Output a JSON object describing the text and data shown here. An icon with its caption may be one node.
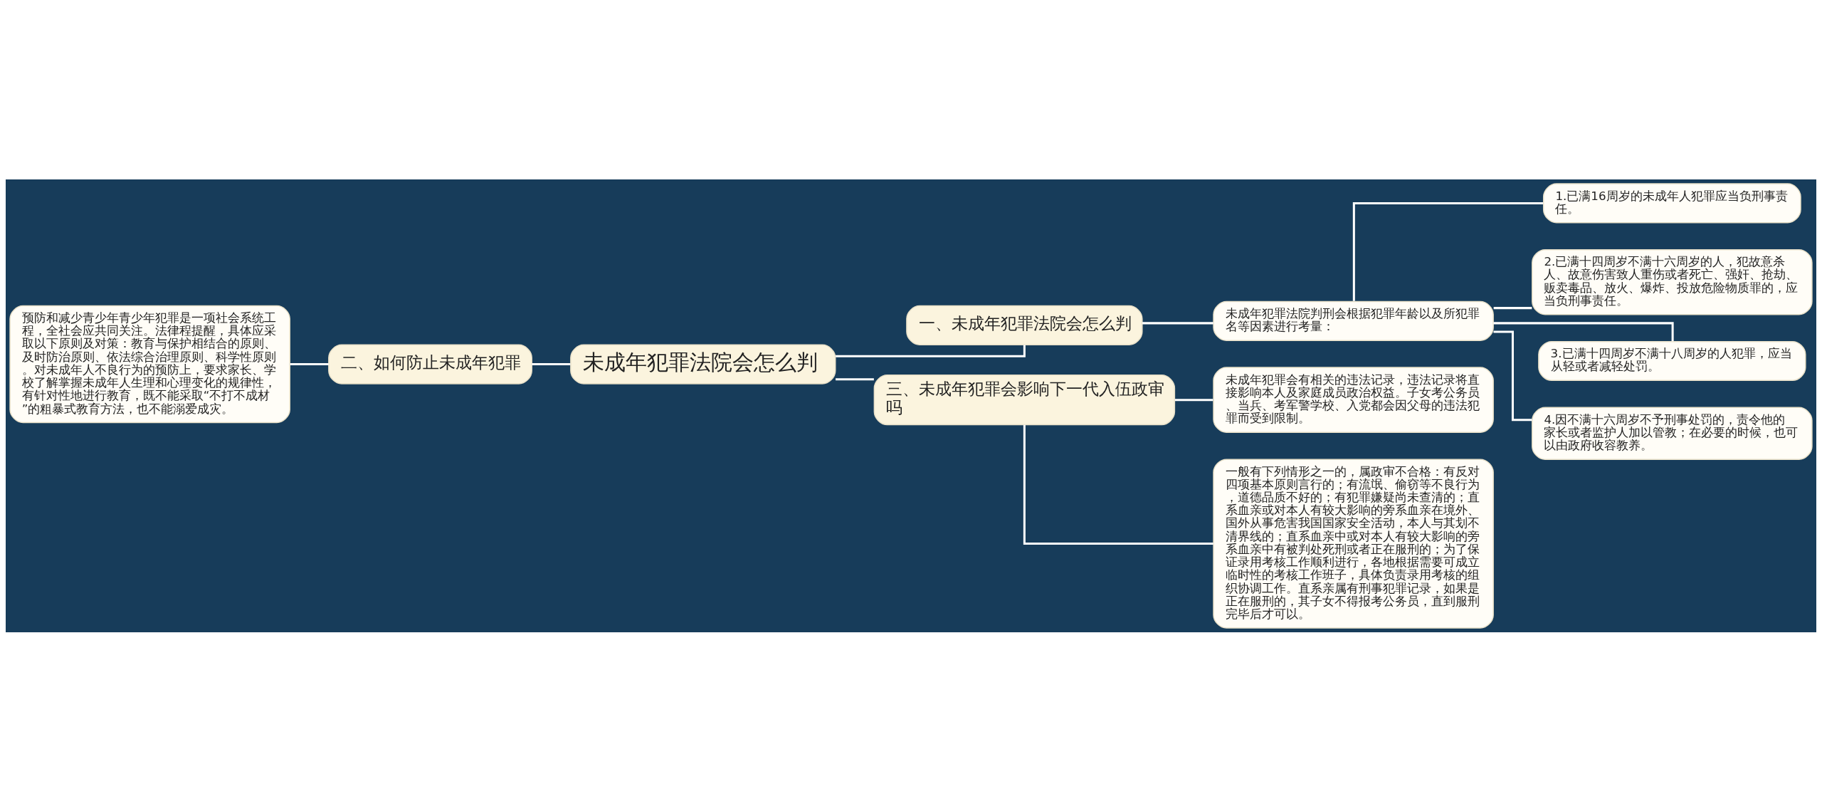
{
  "diagram": {
    "nodes": [
      {
        "text": [
          "未成年犯罪法院会怎么判"
        ]
      },
      {
        "text": [
          "一、未成年犯罪法院会怎么判"
        ]
      },
      {
        "text": [
          "未成年犯罪法院判刑会根据犯罪年龄以及所犯罪名等因素进行考量："
        ]
      },
      {
        "text": [
          "1.已满16周岁的未成年人犯罪应当负刑事责任。"
        ]
      },
      {
        "text": [
          "2.已满十四周岁不满十六周岁的人，犯故意杀人、故意伤害致人重伤或者死亡、强奸、抢劫、贩卖毒品、放火、爆炸、投放危险物质罪的，应当负刑事责任。"
        ]
      },
      {
        "text": [
          "3.已满十四周岁不满十八周岁的人犯罪，应当从轻或者减轻处罚。"
        ]
      },
      {
        "text": [
          "4.因不满十六周岁不予刑事处罚的，责令他的家长或者监护人加以管教；在必要的时候，也可以由政府收容教养。"
        ]
      },
      {
        "text": [
          "二、如何防止未成年犯罪"
        ]
      },
      {
        "text": [
          "预防和减少青少年青少年犯罪是一项社会系统工程，全社会应共同关注。法律程提醒，具体应采取以下原则及对策：教育与保护相结合的原则、及时防治原则、依法综合治理原则、科学性原则。对未成年人不良行为的预防上，要求家长、学校了解掌握未成年人生理和心理变化的规律性，有针对性地进行教育，既不能采取“不打不成材”的粗暴式教育方法，也不能溺爱成灾。"
        ]
      },
      {
        "text": [
          "三、未成年犯罪会影响下一代入伍政审吗"
        ]
      },
      {
        "text": [
          "未成年犯罪会有相关的违法记录，违法记录将直接影响本人及家庭成员政治权益。子女考公务员、当兵、考军警学校、入党都会因父母的违法犯罪而受到限制。"
        ]
      },
      {
        "text": [
          "一般有下列情形之一的，属政审不合格：有反对四项基本原则言行的；有流氓、偷窃等不良行为，道德品质不好的；有犯罪嫌疑尚未查清的；直系血亲或对本人有较大影响的旁系血亲在境外、国外从事危害我国国家安全活动，本人与其划不清界线的；直系血亲中或对本人有较大影响的旁系血亲中有被判处死刑或者正在服刑的；为了保证录用考核工作顺利进行，各地根据需要可成立临时性的考核工作班子，具体负责录用考核的组织协调工作。直系亲属有刑事犯罪记录，如果是正在服刑的，其子女不得报考公务员，直到服刑完毕后才可以。"
        ]
      }
    ],
    "edges": [
      {
        "from": 0,
        "to": 1,
        "arrow": "none"
      },
      {
        "from": 1,
        "to": 2,
        "arrow": "none"
      },
      {
        "from": 2,
        "to": 3,
        "arrow": "none"
      },
      {
        "from": 2,
        "to": 4,
        "arrow": "none"
      },
      {
        "from": 2,
        "to": 5,
        "arrow": "none"
      },
      {
        "from": 2,
        "to": 6,
        "arrow": "none"
      },
      {
        "from": 0,
        "to": 7,
        "arrow": "none"
      },
      {
        "from": 7,
        "to": 8,
        "arrow": "none"
      },
      {
        "from": 0,
        "to": 9,
        "arrow": "none"
      },
      {
        "from": 9,
        "to": 10,
        "arrow": "none"
      },
      {
        "from": 9,
        "to": 11,
        "arrow": "none"
      }
    ]
  }
}
